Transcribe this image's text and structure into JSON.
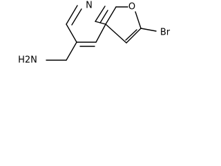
{
  "molecule": {
    "atoms": {
      "n": "N",
      "o": "O",
      "br": "Br",
      "nh2": "H2N"
    }
  }
}
